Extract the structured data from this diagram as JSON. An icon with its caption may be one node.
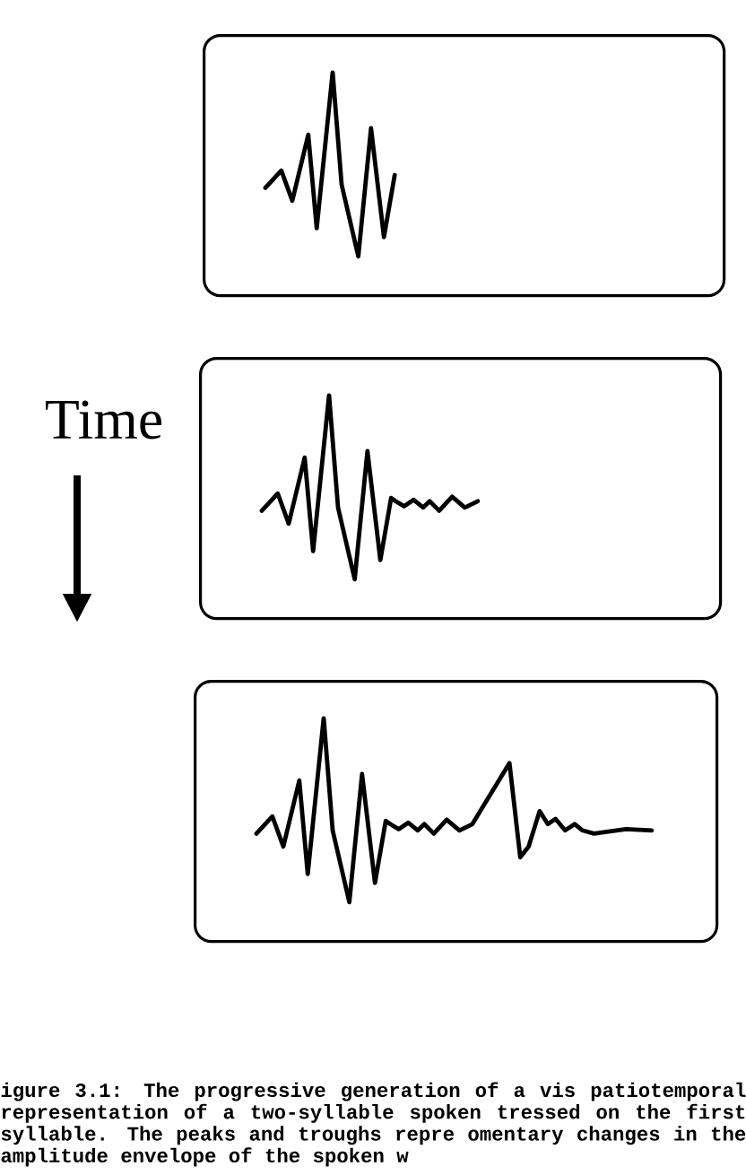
{
  "diagram": {
    "caption": "igure 3.1: The progressive generation of a vis patiotemporal representation of a two-syllable spoken tressed on the first syllable. The peaks and troughs repre omentary changes in the amplitude envelope of the spoken w",
    "nodes": [
      {
        "text": [],
        "shape": "box"
      },
      {
        "text": [],
        "shape": "box"
      },
      {
        "text": [],
        "shape": "box"
      }
    ],
    "labels": [
      "Time"
    ]
  }
}
